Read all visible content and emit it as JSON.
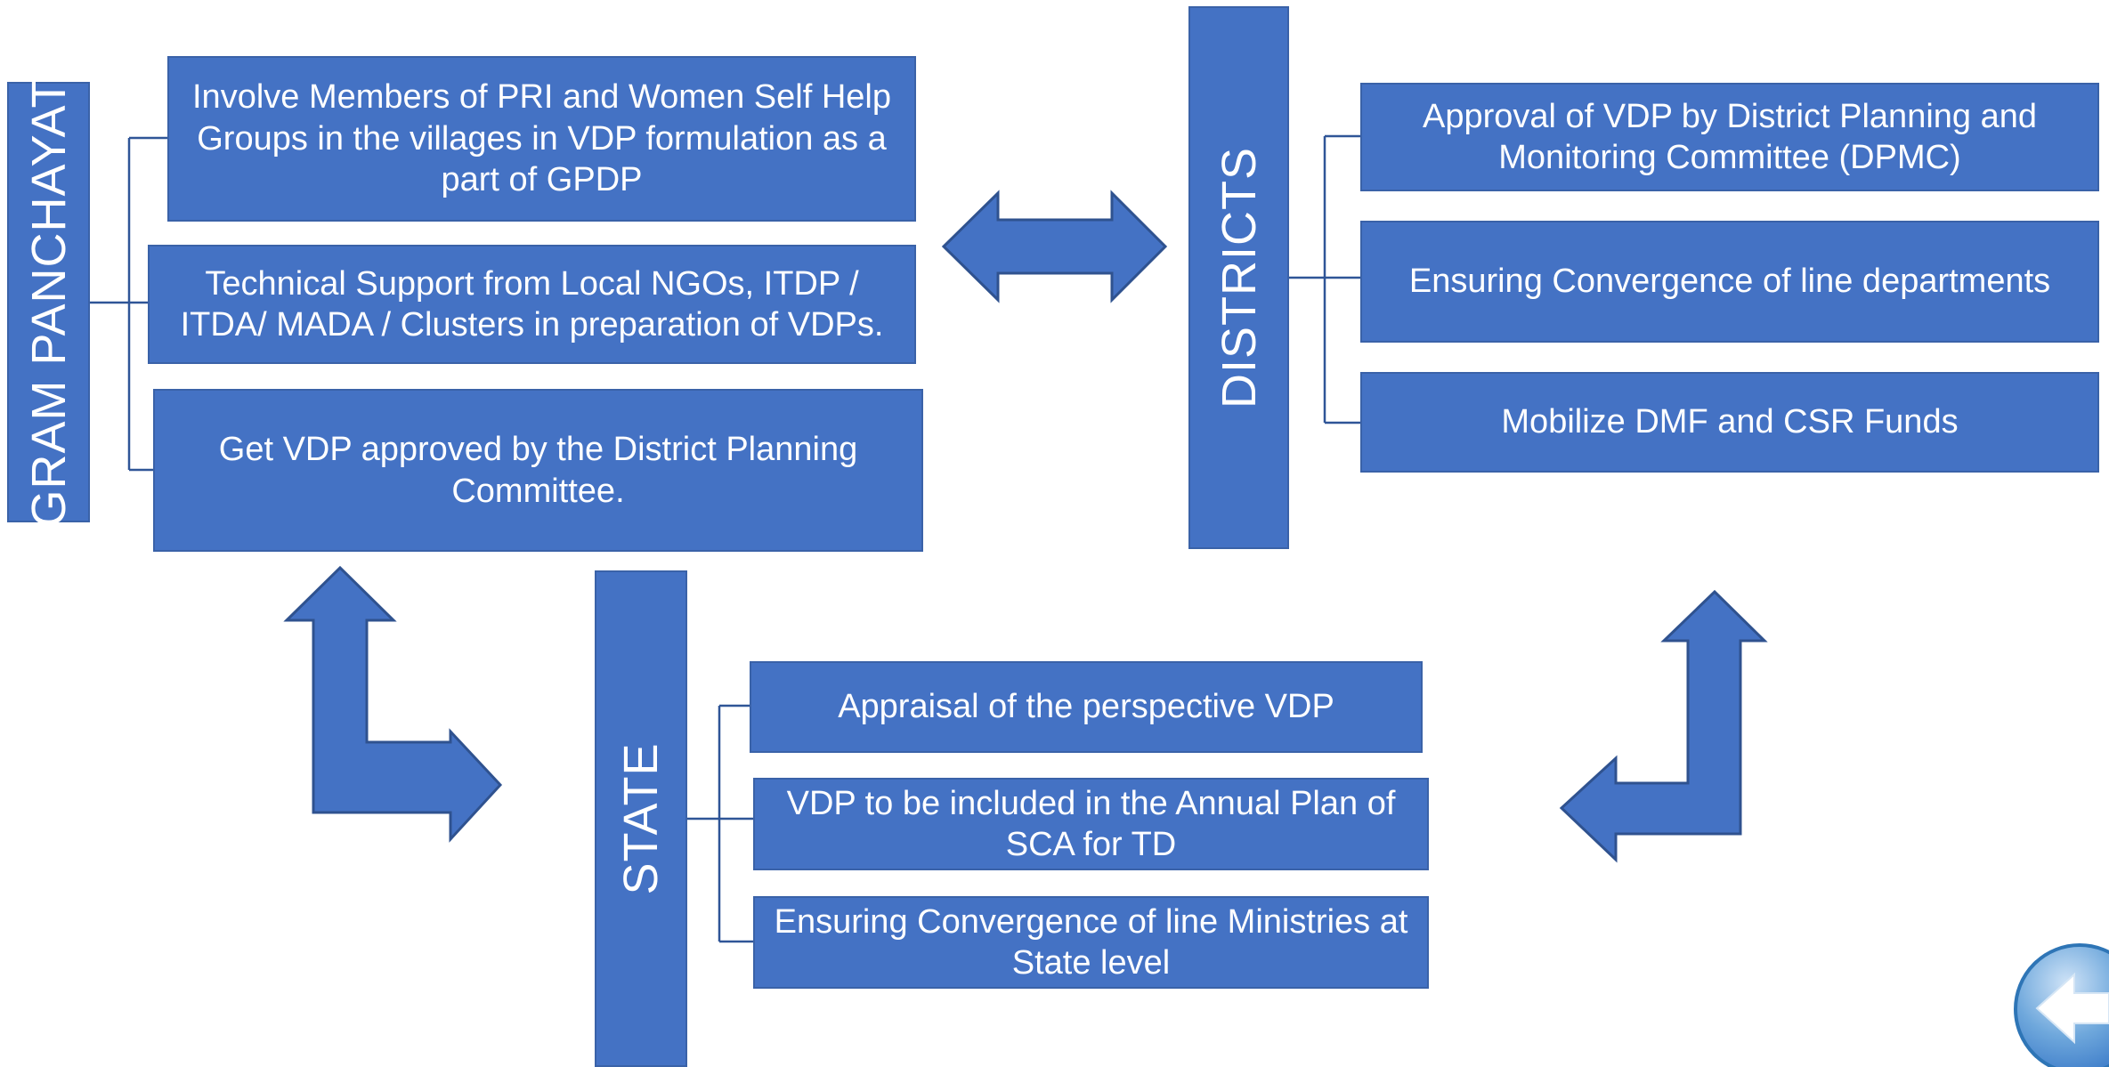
{
  "gram_panchayat": {
    "title": "GRAM PANCHAYAT",
    "items": [
      "Involve Members of PRI and Women Self Help Groups in the villages in VDP formulation as a part of GPDP",
      "Technical Support from Local NGOs, ITDP / ITDA/ MADA / Clusters   in preparation of VDPs.",
      "Get VDP approved by the District Planning Committee."
    ]
  },
  "districts": {
    "title": "DISTRICTS",
    "items": [
      "Approval of VDP by District Planning and Monitoring Committee (DPMC)",
      "Ensuring Convergence of line departments",
      "Mobilize DMF and CSR Funds"
    ]
  },
  "state": {
    "title": "STATE",
    "items": [
      "Appraisal of the perspective VDP",
      "VDP to be included in the Annual Plan of SCA for TD",
      "Ensuring Convergence of line Ministries at State level"
    ]
  },
  "colors": {
    "box_fill": "#4472C4",
    "box_border": "#3A62A8",
    "connector": "#2F5597",
    "text": "#FFFFFF",
    "back_button": "#5B9BD5"
  },
  "icons": {
    "left_right_arrow": "double-headed-horizontal-arrow",
    "up_right_bent_arrow": "up-and-right-bent-arrow",
    "left_up_bent_arrow": "left-and-up-bent-arrow",
    "back_button": "back-arrow-icon"
  }
}
